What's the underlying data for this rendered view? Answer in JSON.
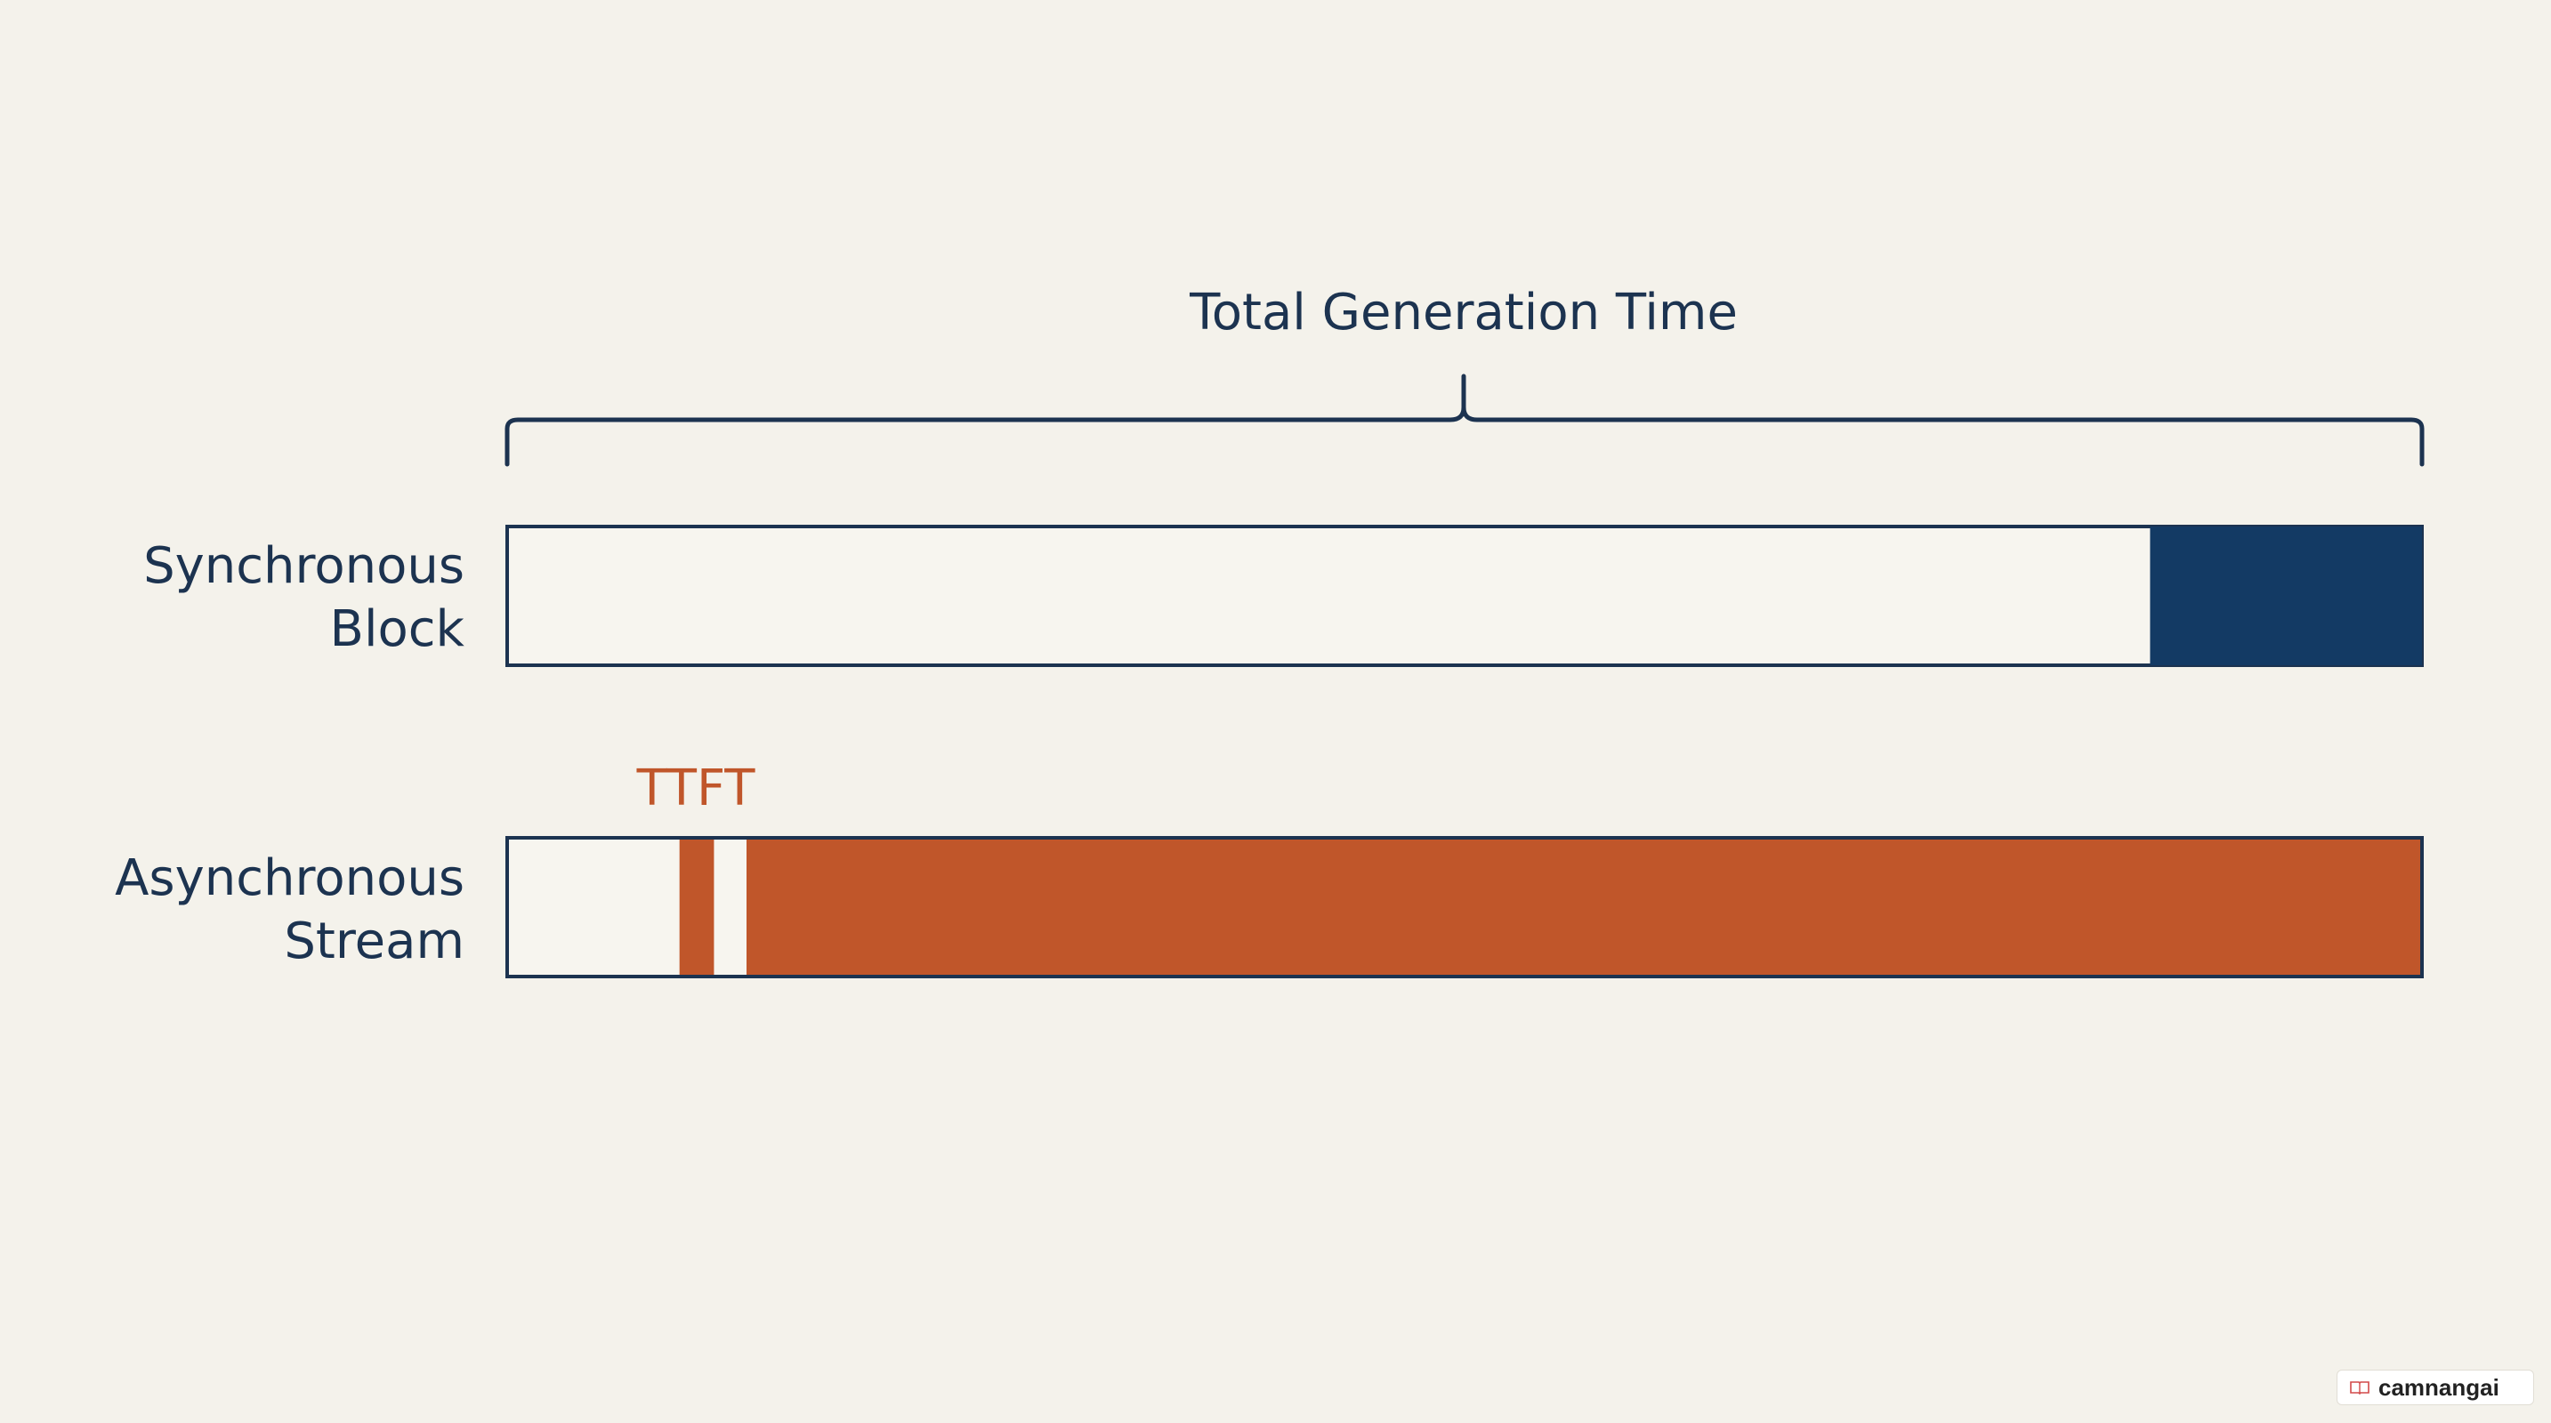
{
  "title": "Total Generation Time",
  "rows": {
    "synchronous": {
      "label_line1": "Synchronous",
      "label_line2": "Block",
      "active_segment": [
        0.858,
        1.0
      ]
    },
    "asynchronous": {
      "label_line1": "Asynchronous",
      "label_line2": "Stream",
      "first_token_segment": [
        0.09,
        0.108
      ],
      "stream_segment": [
        0.125,
        1.0
      ],
      "marker_label": "TTFT"
    }
  },
  "colors": {
    "background": "#f4f2eb",
    "navy": "#133a64",
    "outline": "#1c3350",
    "orange": "#c0562a",
    "bar_fill": "#f7f5ef"
  },
  "watermark": {
    "text": "camnangai",
    "icon": "book-icon"
  }
}
